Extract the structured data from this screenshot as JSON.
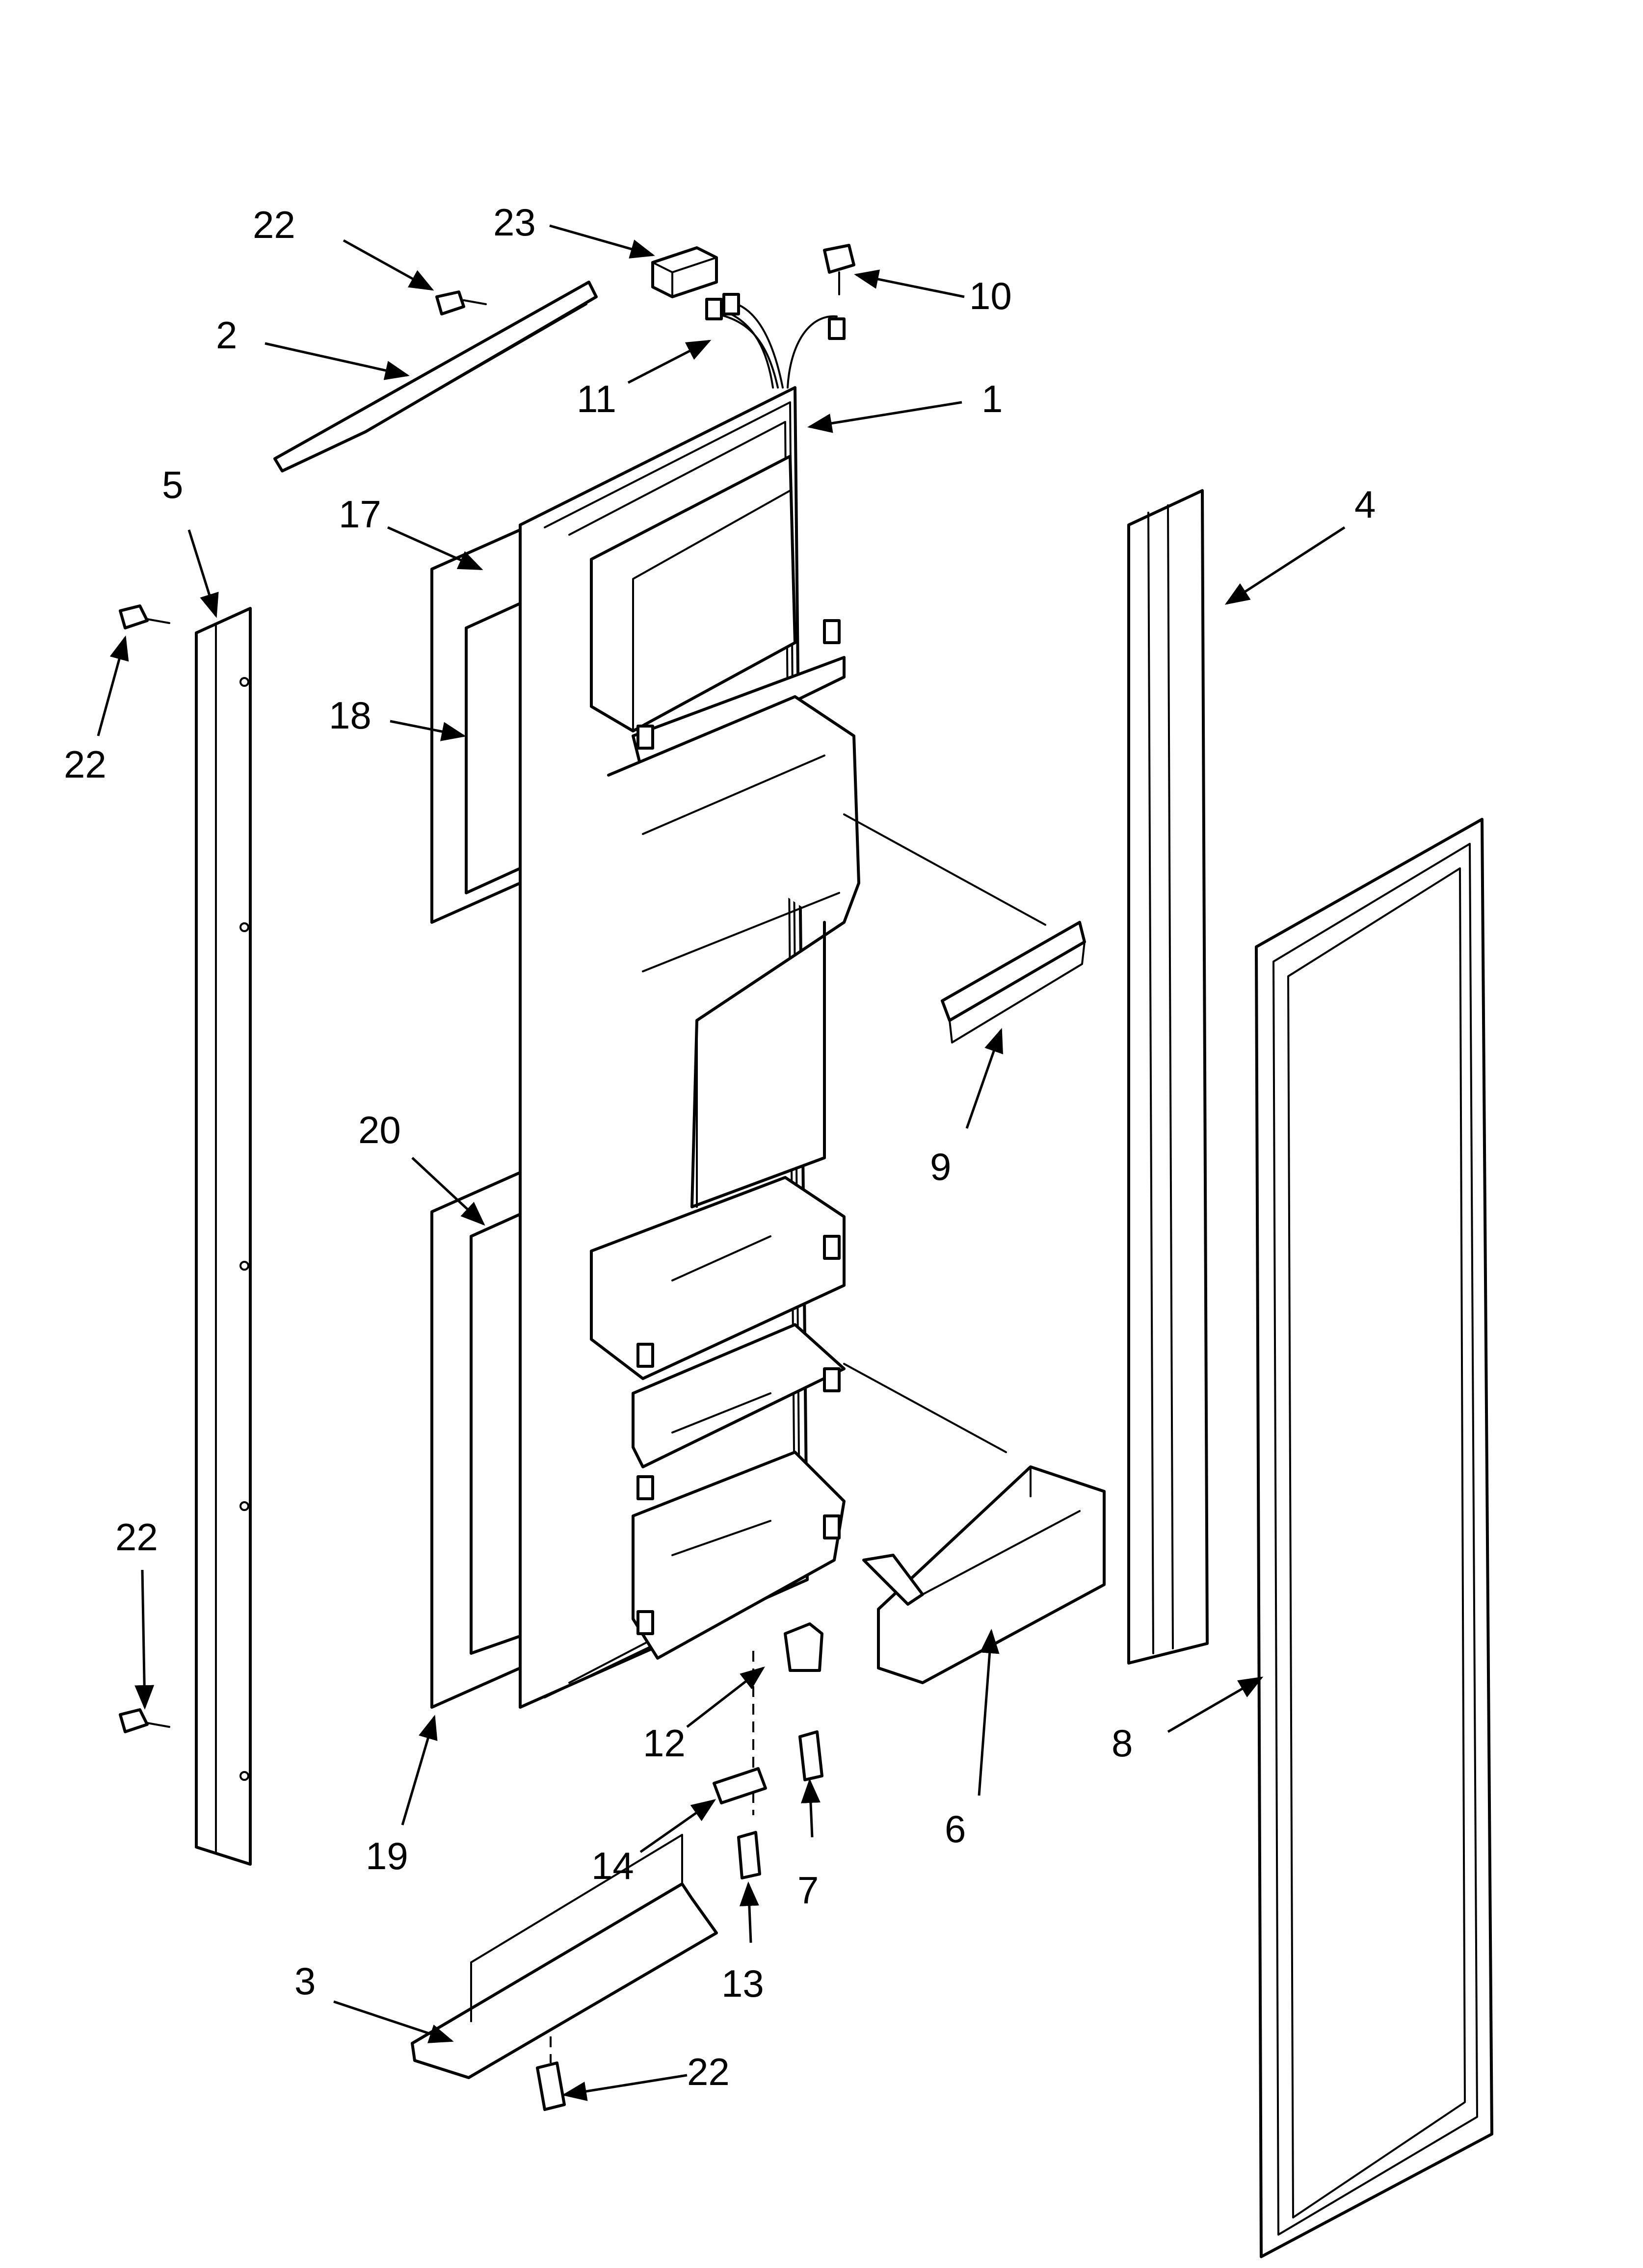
{
  "callouts": {
    "c1": "1",
    "c2": "2",
    "c3": "3",
    "c4": "4",
    "c5": "5",
    "c6": "6",
    "c7": "7",
    "c8": "8",
    "c9": "9",
    "c10": "10",
    "c11": "11",
    "c12": "12",
    "c13": "13",
    "c14": "14",
    "c17": "17",
    "c18": "18",
    "c19": "19",
    "c20": "20",
    "c22a": "22",
    "c22b": "22",
    "c22c": "22",
    "c22d": "22",
    "c23": "23"
  }
}
